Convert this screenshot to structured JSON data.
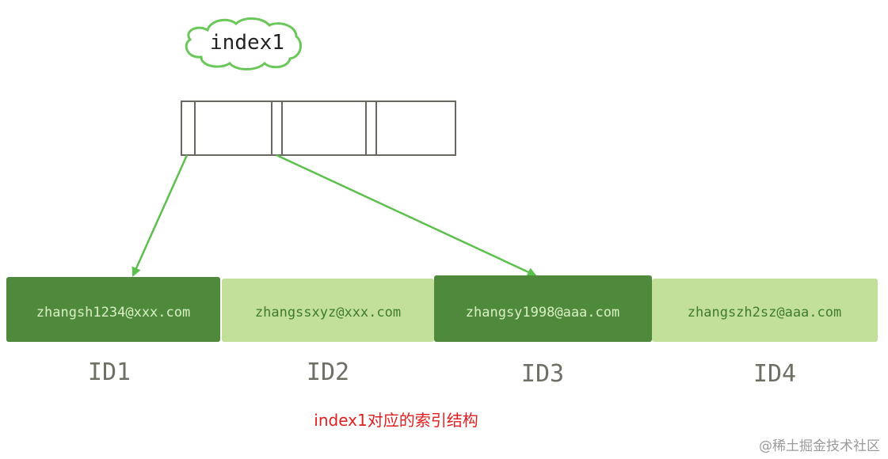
{
  "index_label": "index1",
  "index_cell_count": 3,
  "records": [
    {
      "value": "zhangsh1234@xxx.com",
      "id": "ID1",
      "shade": "dark"
    },
    {
      "value": "zhangssxyz@xxx.com",
      "id": "ID2",
      "shade": "light"
    },
    {
      "value": "zhangsy1998@aaa.com",
      "id": "ID3",
      "shade": "dark"
    },
    {
      "value": "zhangszh2sz@aaa.com",
      "id": "ID4",
      "shade": "light"
    }
  ],
  "pointers": [
    {
      "from_cell": 1,
      "to_record": 1
    },
    {
      "from_cell": 2,
      "to_record": 3
    }
  ],
  "caption": "index1对应的索引结构",
  "watermark": "@稀土掘金技术社区",
  "colors": {
    "dark_record": "#4f8a3c",
    "light_record": "#c2e09a",
    "arrow": "#5cc04c",
    "cloud_outline": "#6ac759",
    "index_box": "#6a6660",
    "id_label": "#6f6f66",
    "caption": "#e02020"
  }
}
